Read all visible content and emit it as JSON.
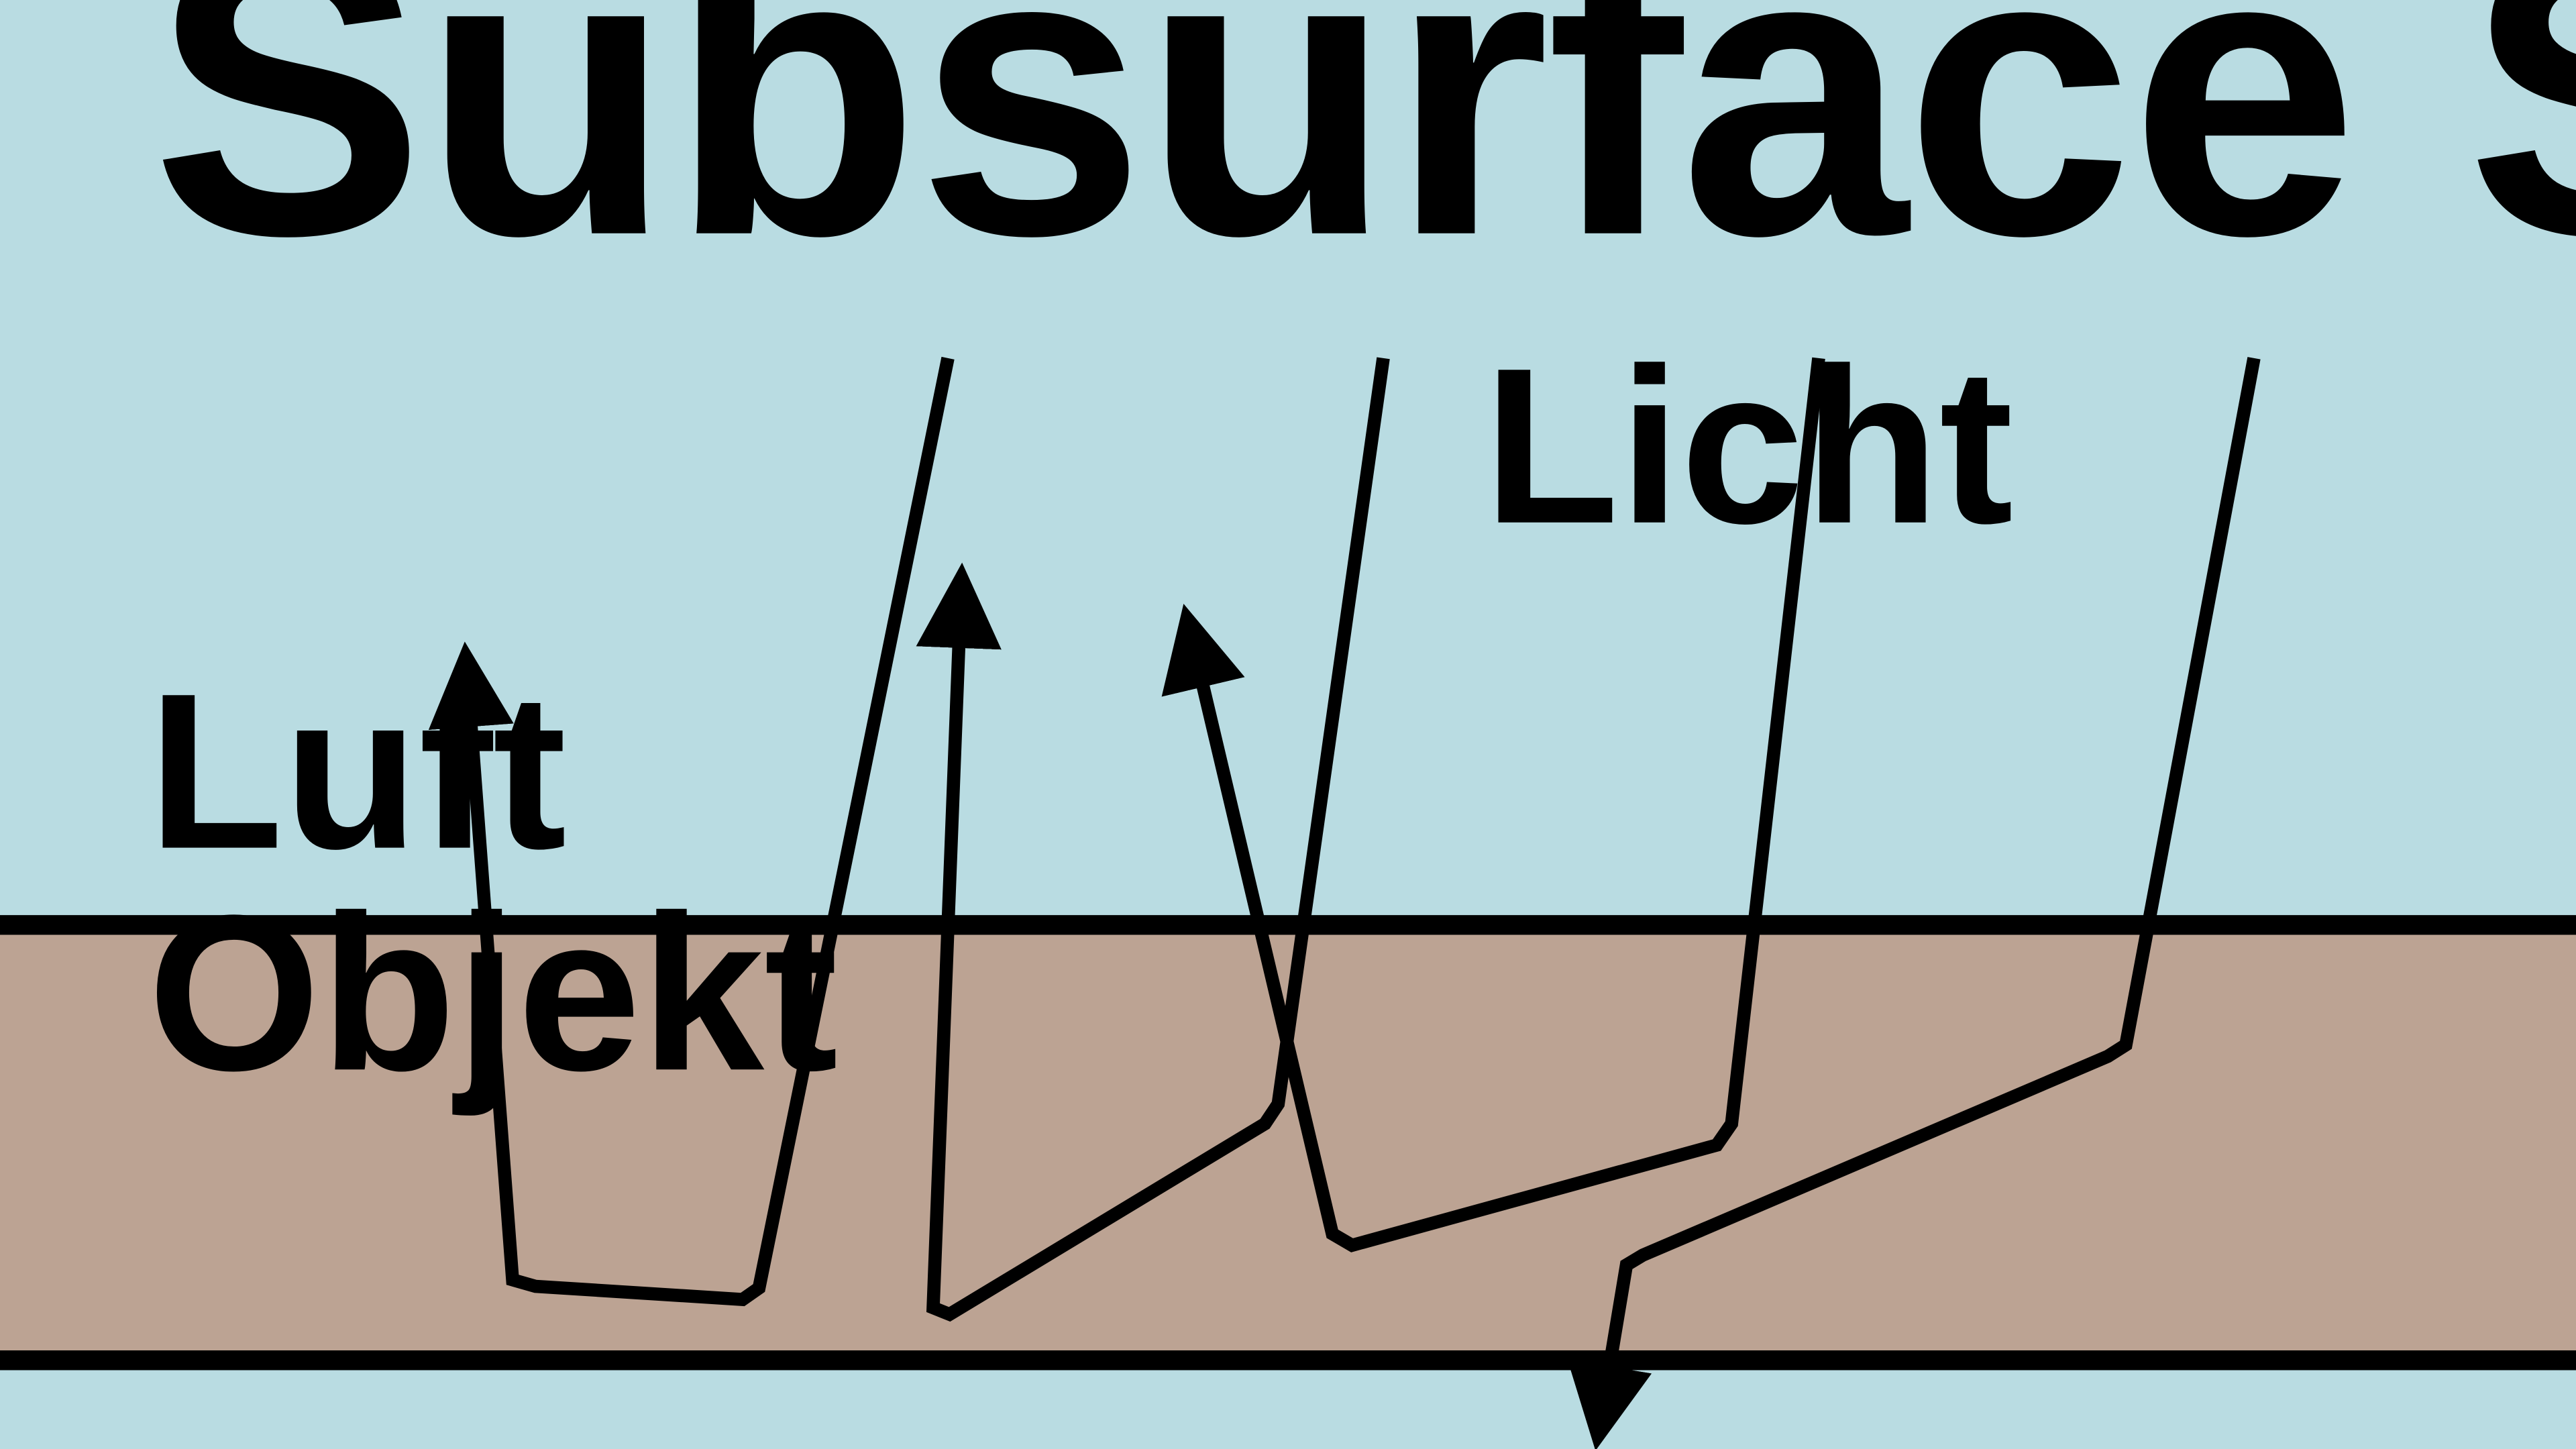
{
  "title": "Subsurface Scattering",
  "labels": {
    "air": "Luft",
    "object": "Objekt",
    "light": "Licht"
  },
  "colors": {
    "air": "#b9dce2",
    "object": "#bca393",
    "ink": "#000000"
  }
}
